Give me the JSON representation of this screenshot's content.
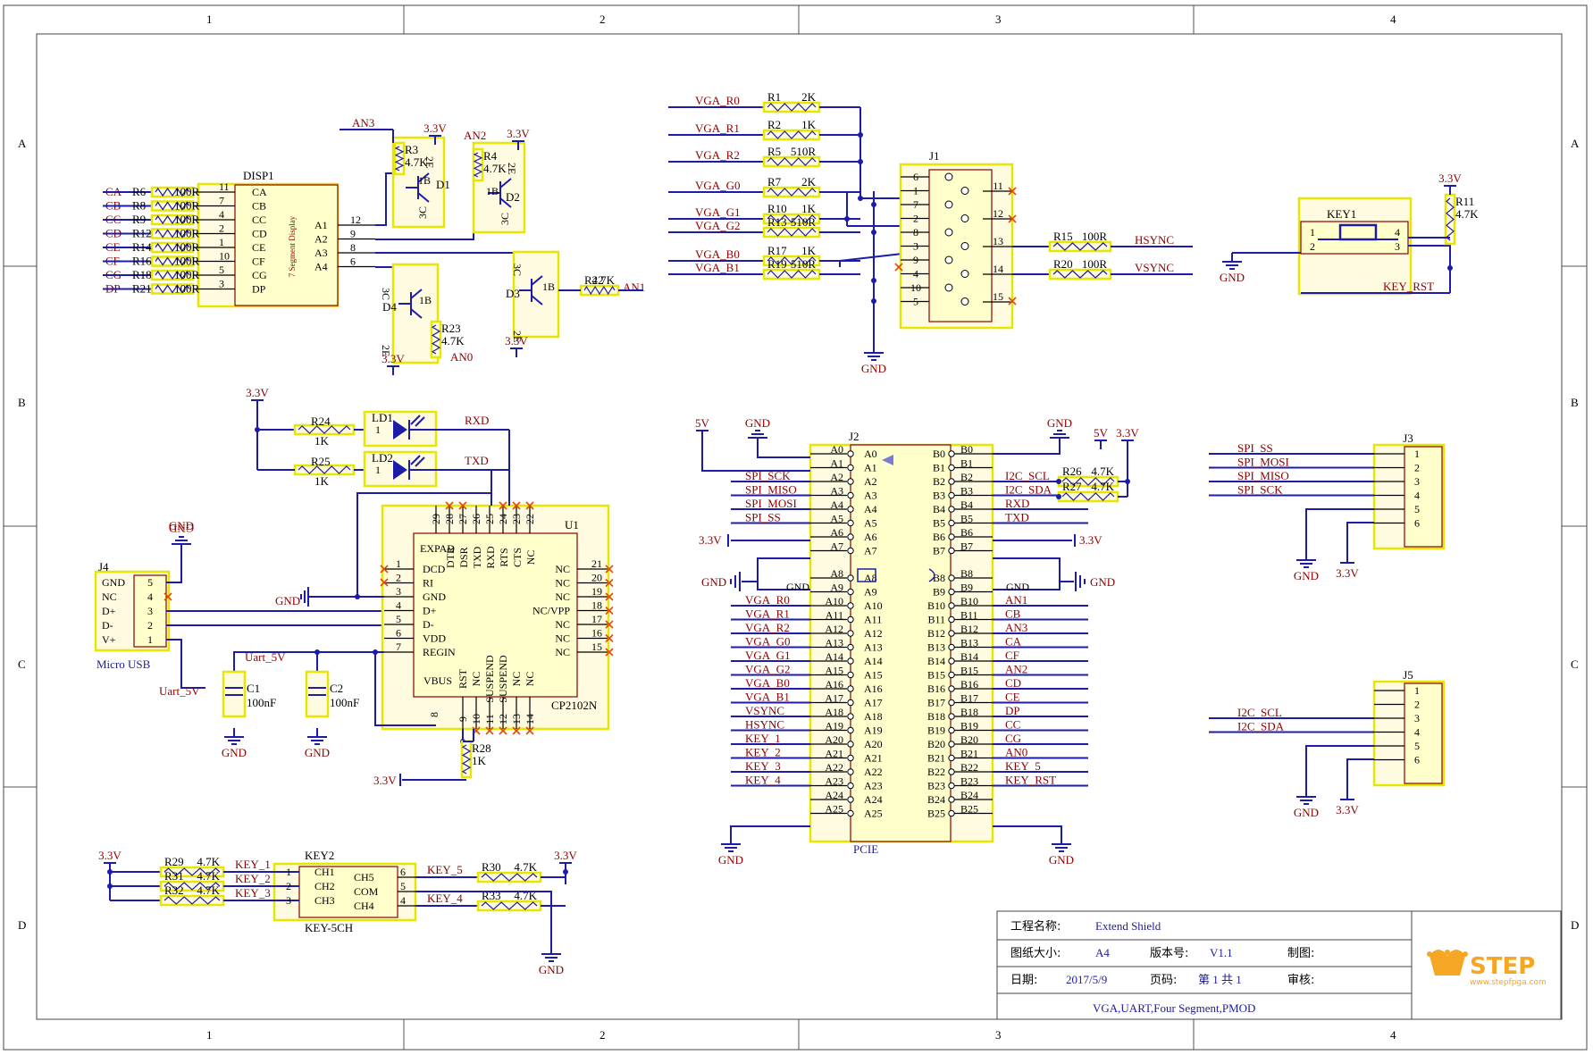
{
  "border": {
    "cols": [
      "1",
      "2",
      "3",
      "4"
    ],
    "rows": [
      "A",
      "B",
      "C",
      "D"
    ]
  },
  "title_block": {
    "project_label": "工程名称:",
    "project": "Extend Shield",
    "size_label": "图纸大小:",
    "size": "A4",
    "version_label": "版本号:",
    "version": "V1.1",
    "drawn_label": "制图:",
    "date_label": "日期:",
    "date": "2017/5/9",
    "page_label": "页码:",
    "page": "第  1  共  1",
    "review_label": "审核:",
    "description": "VGA,UART,Four Segment,PMOD",
    "logo_text": "STEP",
    "logo_url": "www.stepfpga.com"
  },
  "disp1": {
    "ref": "DISP1",
    "value": "7 Segment Display",
    "segments": [
      {
        "net": "CA",
        "res": "R6",
        "val": "100R",
        "pin": "11",
        "name": "CA"
      },
      {
        "net": "CB",
        "res": "R8",
        "val": "100R",
        "pin": "7",
        "name": "CB"
      },
      {
        "net": "CC",
        "res": "R9",
        "val": "100R",
        "pin": "4",
        "name": "CC"
      },
      {
        "net": "CD",
        "res": "R12",
        "val": "100R",
        "pin": "2",
        "name": "CD"
      },
      {
        "net": "CE",
        "res": "R14",
        "val": "100R",
        "pin": "1",
        "name": "CE"
      },
      {
        "net": "CF",
        "res": "R16",
        "val": "100R",
        "pin": "10",
        "name": "CF"
      },
      {
        "net": "CG",
        "res": "R18",
        "val": "100R",
        "pin": "5",
        "name": "CG"
      },
      {
        "net": "DP",
        "res": "R21",
        "val": "100R",
        "pin": "3",
        "name": "DP"
      }
    ],
    "anodes": [
      {
        "name": "A1",
        "pin": "12"
      },
      {
        "name": "A2",
        "pin": "9"
      },
      {
        "name": "A3",
        "pin": "8"
      },
      {
        "name": "A4",
        "pin": "6"
      }
    ]
  },
  "transistors": [
    {
      "ref": "D1",
      "res": "R3",
      "val": "4.7K",
      "net": "AN3",
      "pwr": "3.3V"
    },
    {
      "ref": "D2",
      "res": "R4",
      "val": "4.7K",
      "net": "AN2",
      "pwr": "3.3V"
    },
    {
      "ref": "D3",
      "res": "R22",
      "val": "4.7K",
      "net": "AN1",
      "pwr": "3.3V"
    },
    {
      "ref": "D4",
      "res": "R23",
      "val": "4.7K",
      "net": "AN0",
      "pwr": "3.3V"
    }
  ],
  "pin_marks": {
    "b": "1B",
    "c": "3C",
    "e": "2E"
  },
  "vga": {
    "ref": "J1",
    "inputs": [
      {
        "net": "VGA_R0",
        "res": "R1",
        "val": "2K"
      },
      {
        "net": "VGA_R1",
        "res": "R2",
        "val": "1K"
      },
      {
        "net": "VGA_R2",
        "res": "R5",
        "val": "510R"
      },
      {
        "net": "VGA_G0",
        "res": "R7",
        "val": "2K"
      },
      {
        "net": "VGA_G1",
        "res": "R10",
        "val": "1K"
      },
      {
        "net": "VGA_G2",
        "res": "R13",
        "val": "510R"
      },
      {
        "net": "VGA_B0",
        "res": "R17",
        "val": "1K"
      },
      {
        "net": "VGA_B1",
        "res": "R19",
        "val": "510R"
      }
    ],
    "left_pins": [
      "6",
      "1",
      "7",
      "2",
      "8",
      "3",
      "9",
      "4",
      "10",
      "5"
    ],
    "right_pins": [
      "11",
      "12",
      "13",
      "14",
      "15"
    ],
    "hsync": {
      "res": "R15",
      "val": "100R",
      "net": "HSYNC"
    },
    "vsync": {
      "res": "R20",
      "val": "100R",
      "net": "VSYNC"
    },
    "gnd": "GND"
  },
  "key_rst": {
    "ref": "KEY1",
    "res": "R11",
    "val": "4.7K",
    "pwr": "3.3V",
    "net": "KEY_RST",
    "gnd": "GND",
    "pins": [
      "1",
      "2",
      "3",
      "4"
    ]
  },
  "leds": {
    "pwr": "3.3V",
    "items": [
      {
        "ref": "LD1",
        "res": "R24",
        "val": "1K",
        "net": "RXD",
        "pin": "1"
      },
      {
        "ref": "LD2",
        "res": "R25",
        "val": "1K",
        "net": "TXD",
        "pin": "1"
      }
    ]
  },
  "usb": {
    "ref": "J4",
    "value": "Micro USB",
    "pins": [
      {
        "name": "GND",
        "num": "5"
      },
      {
        "name": "NC",
        "num": "4"
      },
      {
        "name": "D+",
        "num": "3"
      },
      {
        "name": "D-",
        "num": "2"
      },
      {
        "name": "V+",
        "num": "1"
      }
    ],
    "gnd": "GND",
    "net": "Uart_5V"
  },
  "cp2102": {
    "ref": "U1",
    "value": "CP2102N",
    "left": [
      {
        "n": "1",
        "s": "DCD"
      },
      {
        "n": "2",
        "s": "RI"
      },
      {
        "n": "3",
        "s": "GND"
      },
      {
        "n": "4",
        "s": "D+"
      },
      {
        "n": "5",
        "s": "D-"
      },
      {
        "n": "6",
        "s": "VDD"
      },
      {
        "n": "7",
        "s": "REGIN"
      }
    ],
    "expad": "EXPAD",
    "vbus": "VBUS",
    "vbus_pin": "8",
    "right": [
      {
        "n": "21",
        "s": "NC"
      },
      {
        "n": "20",
        "s": "NC"
      },
      {
        "n": "19",
        "s": "NC"
      },
      {
        "n": "18",
        "s": "NC/VPP"
      },
      {
        "n": "17",
        "s": "NC"
      },
      {
        "n": "16",
        "s": "NC"
      },
      {
        "n": "15",
        "s": "NC"
      }
    ],
    "top": [
      {
        "n": "29",
        "s": ""
      },
      {
        "n": "28",
        "s": "DTR"
      },
      {
        "n": "27",
        "s": "DSR"
      },
      {
        "n": "26",
        "s": "TXD"
      },
      {
        "n": "25",
        "s": "RXD"
      },
      {
        "n": "24",
        "s": "RTS"
      },
      {
        "n": "23",
        "s": "CTS"
      },
      {
        "n": "22",
        "s": "NC"
      }
    ],
    "bottom": [
      {
        "n": "9",
        "s": "RST"
      },
      {
        "n": "10",
        "s": "NC"
      },
      {
        "n": "11",
        "s": "SUSPEND"
      },
      {
        "n": "12",
        "s": "SUSPEND"
      },
      {
        "n": "13",
        "s": "NC"
      },
      {
        "n": "14",
        "s": "NC"
      }
    ],
    "gnd": "GND",
    "rxd": "RXD",
    "txd": "TXD",
    "c1": {
      "ref": "C1",
      "val": "100nF"
    },
    "c2": {
      "ref": "C2",
      "val": "100nF"
    },
    "r28": {
      "ref": "R28",
      "val": "1K"
    },
    "pwr": "3.3V",
    "net": "Uart_5V"
  },
  "keys": {
    "ref": "KEY2",
    "value": "KEY-5CH",
    "pwr": "3.3V",
    "gnd": "GND",
    "left": [
      {
        "res": "R29",
        "val": "4.7K",
        "net": "KEY_1",
        "pin": "1",
        "ch": "CH1"
      },
      {
        "res": "R31",
        "val": "4.7K",
        "net": "KEY_2",
        "pin": "2",
        "ch": "CH2"
      },
      {
        "res": "R32",
        "val": "4.7K",
        "net": "KEY_3",
        "pin": "3",
        "ch": "CH3"
      }
    ],
    "right": [
      {
        "res": "R30",
        "val": "4.7K",
        "net": "KEY_5",
        "pin": "6",
        "ch": "CH5"
      },
      {
        "res": "",
        "val": "",
        "net": "",
        "pin": "5",
        "ch": "COM"
      },
      {
        "res": "R33",
        "val": "4.7K",
        "net": "KEY_4",
        "pin": "4",
        "ch": "CH4"
      }
    ]
  },
  "pcie": {
    "ref": "J2",
    "value": "PCIE",
    "a_pins": [
      "A0",
      "A1",
      "A2",
      "A3",
      "A4",
      "A5",
      "A6",
      "A7",
      "A8",
      "A9",
      "A10",
      "A11",
      "A12",
      "A13",
      "A14",
      "A15",
      "A16",
      "A17",
      "A18",
      "A19",
      "A20",
      "A21",
      "A22",
      "A23",
      "A24",
      "A25"
    ],
    "b_pins": [
      "B0",
      "B1",
      "B2",
      "B3",
      "B4",
      "B5",
      "B6",
      "B7",
      "B8",
      "B9",
      "B10",
      "B11",
      "B12",
      "B13",
      "B14",
      "B15",
      "B16",
      "B17",
      "B18",
      "B19",
      "B20",
      "B21",
      "B22",
      "B23",
      "B24",
      "B25"
    ],
    "a_nets": {
      "A2": "SPI_SCK",
      "A3": "SPI_MISO",
      "A4": "SPI_MOSI",
      "A5": "SPI_SS",
      "A10": "VGA_R0",
      "A11": "VGA_R1",
      "A12": "VGA_R2",
      "A13": "VGA_G0",
      "A14": "VGA_G1",
      "A15": "VGA_G2",
      "A16": "VGA_B0",
      "A17": "VGA_B1",
      "A18": "VSYNC",
      "A19": "HSYNC",
      "A20": "KEY_1",
      "A21": "KEY_2",
      "A22": "KEY_3",
      "A23": "KEY_4"
    },
    "b_nets": {
      "B2": "I2C_SCL",
      "B3": "I2C_SDA",
      "B4": "RXD",
      "B5": "TXD",
      "B10": "AN1",
      "B11": "CB",
      "B12": "AN3",
      "B13": "CA",
      "B14": "CF",
      "B15": "AN2",
      "B16": "CD",
      "B17": "CE",
      "B18": "DP",
      "B19": "CC",
      "B20": "CG",
      "B21": "AN0",
      "B22": "KEY_5",
      "B23": "KEY_RST"
    },
    "pwr5": "5V",
    "pwr33": "3.3V",
    "gnd": "GND",
    "r26": "R26",
    "r27": "R27",
    "rval": "4.7K"
  },
  "j3": {
    "ref": "J3",
    "pins": [
      "1",
      "2",
      "3",
      "4",
      "5",
      "6"
    ],
    "nets": [
      "SPI_SS",
      "SPI_MOSI",
      "SPI_MISO",
      "SPI_SCK"
    ],
    "gnd": "GND",
    "pwr": "3.3V"
  },
  "j5": {
    "ref": "J5",
    "pins": [
      "1",
      "2",
      "3",
      "4",
      "5",
      "6"
    ],
    "nets": [
      "I2C_SCL",
      "I2C_SDA"
    ],
    "gnd": "GND",
    "pwr": "3.3V"
  },
  "colors": {
    "wire": "#1c1ca8",
    "body": "#ffffcc",
    "outline": "#e6e600",
    "label": "#8b0000",
    "logo": "#f5a623"
  }
}
